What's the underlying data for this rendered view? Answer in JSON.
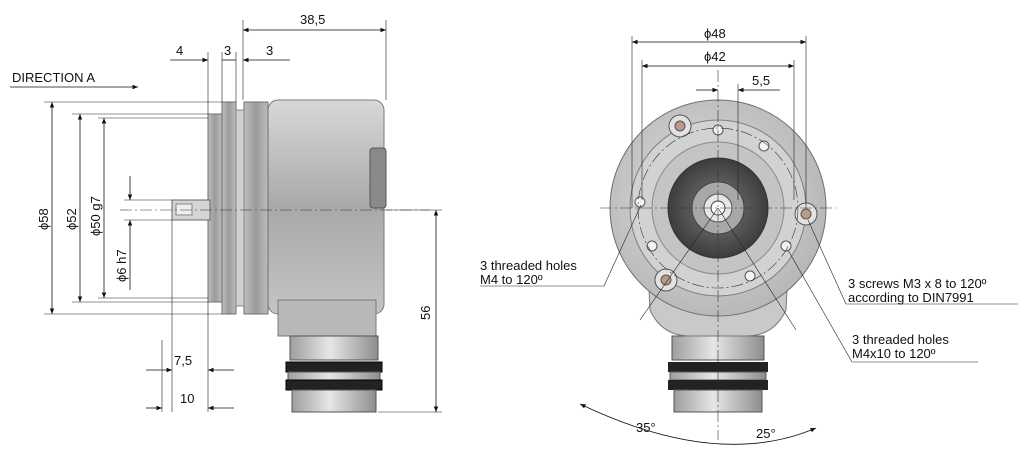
{
  "side_view": {
    "direction_label": "DIRECTION A",
    "dim_total_length": "38,5",
    "dim_flange_a": "4",
    "dim_flange_b": "3",
    "dim_flange_c": "3",
    "dim_dia_58": "ϕ58",
    "dim_dia_52": "ϕ52",
    "dim_dia_50": "ϕ50 g7",
    "dim_dia_6": "ϕ6 h7",
    "dim_height_56": "56",
    "dim_shaft_7_5": "7,5",
    "dim_shaft_10": "10"
  },
  "front_view": {
    "dim_dia_48": "ϕ48",
    "dim_dia_42": "ϕ42",
    "dim_offset": "5,5",
    "note_holes_m4": [
      "3 threaded holes",
      "M4 to 120º"
    ],
    "note_screws": [
      "3 screws M3 x 8 to 120º",
      "according to DIN7991"
    ],
    "note_holes_m4x10": [
      "3 threaded holes",
      "M4x10 to 120º"
    ],
    "angle_left": "35°",
    "angle_right": "25°"
  }
}
